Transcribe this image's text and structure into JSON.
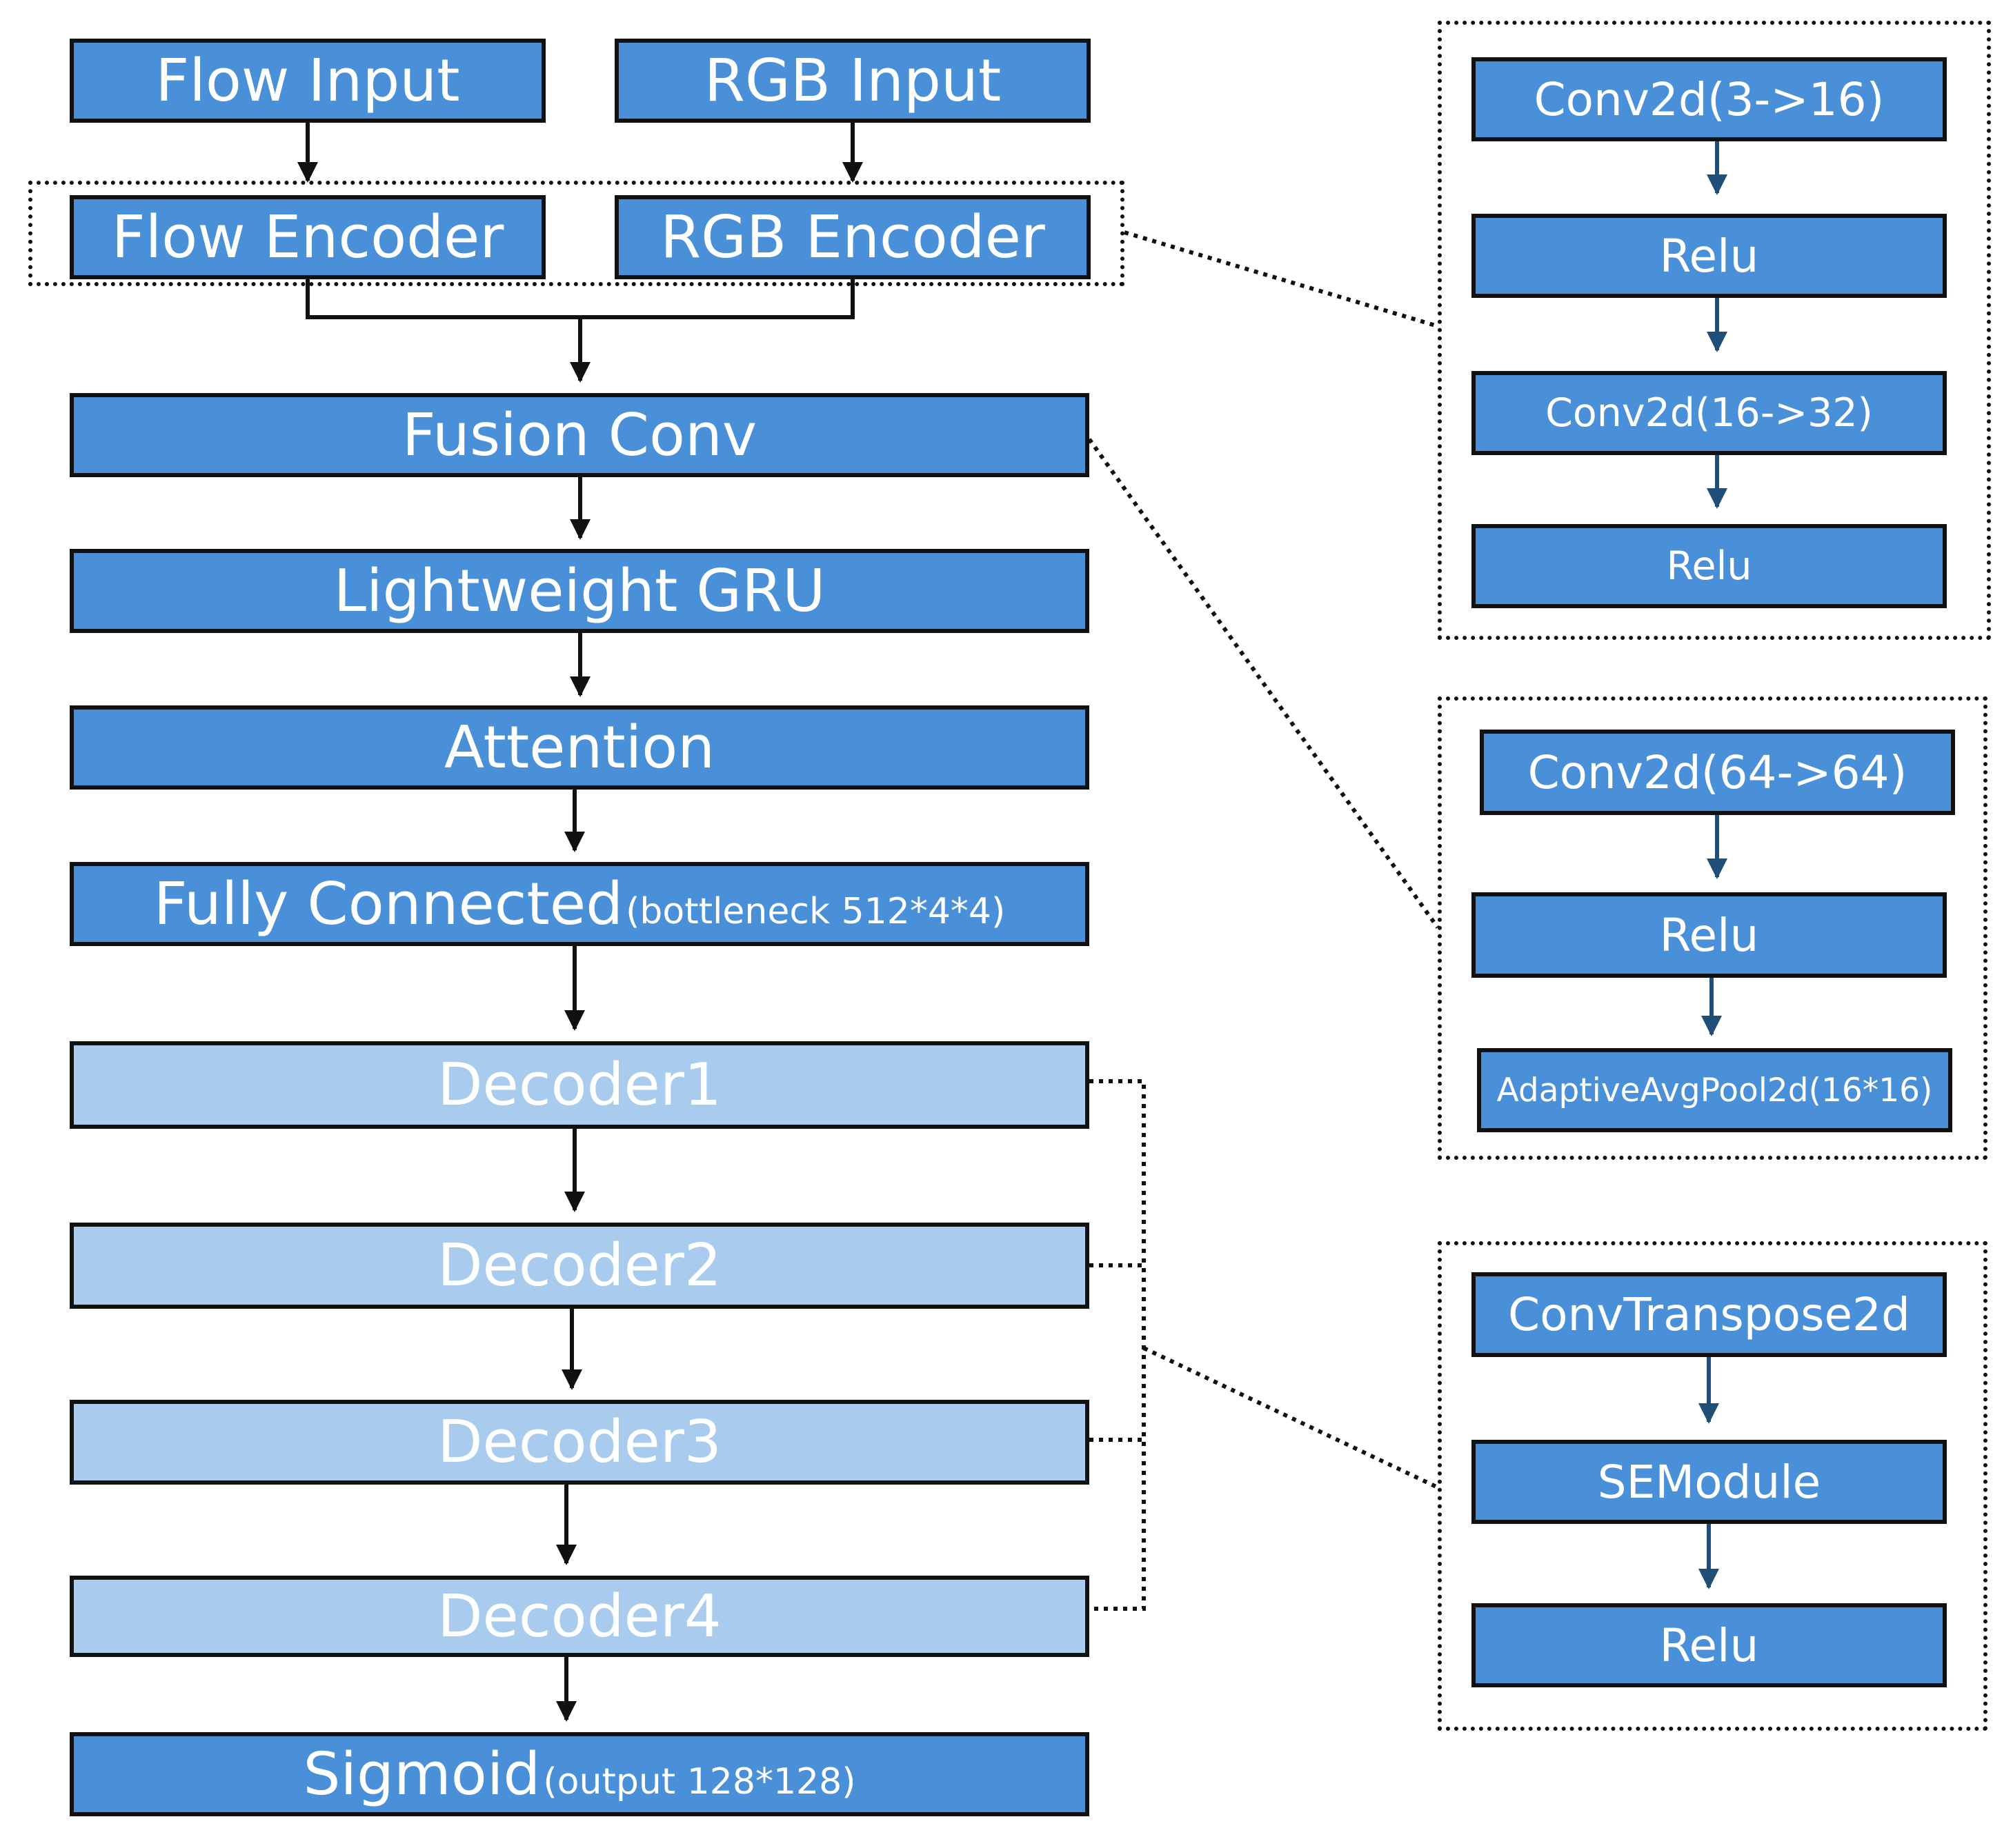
{
  "colors": {
    "block": "#4a90d9",
    "decoder_block": "#a8cbee",
    "border": "#111111",
    "text": "#ffffff"
  },
  "main": {
    "flow_input": "Flow Input",
    "rgb_input": "RGB Input",
    "flow_encoder": "Flow Encoder",
    "rgb_encoder": "RGB Encoder",
    "fusion_conv": "Fusion Conv",
    "lightweight_gru": "Lightweight GRU",
    "attention": "Attention",
    "fully_connected": "Fully Connected",
    "fully_connected_note": "(bottleneck 512*4*4)",
    "decoders": [
      "Decoder1",
      "Decoder2",
      "Decoder3",
      "Decoder4"
    ],
    "sigmoid": "Sigmoid",
    "sigmoid_note": "(output 128*128)"
  },
  "encoder_detail": [
    "Conv2d(3->16)",
    "Relu",
    "Conv2d(16->32)",
    "Relu"
  ],
  "fusion_detail": [
    "Conv2d(64->64)",
    "Relu",
    "AdaptiveAvgPool2d(16*16)"
  ],
  "decoder_detail": [
    "ConvTranspose2d",
    "SEModule",
    "Relu"
  ]
}
